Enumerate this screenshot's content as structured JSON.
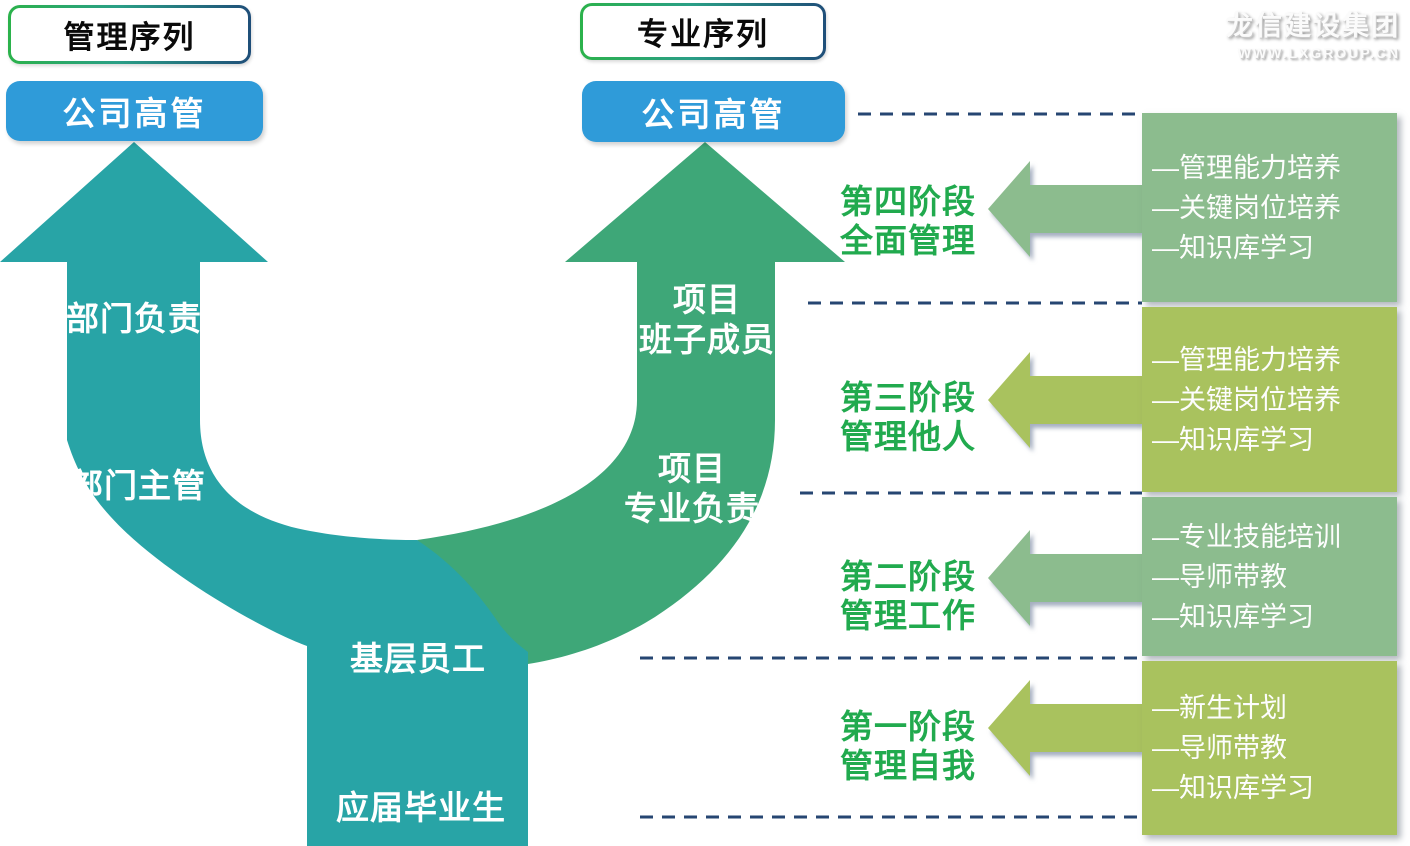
{
  "colors": {
    "teal": "#28A4A6",
    "green": "#3EA778",
    "blue": "#2F9BD9",
    "sage": "#8CBC8E",
    "olive": "#A9C25E",
    "stage_title_green": "#21AA4E",
    "dashed_navy": "#264672"
  },
  "sequence_headers": {
    "management": "管理序列",
    "professional": "专业序列"
  },
  "logo": {
    "company": "龙信建设集团",
    "website": "WWW.LXGROUP.CN"
  },
  "management_arrow": {
    "top_box": "公司高管",
    "upper_label": "部门负责",
    "lower_label": "部门主管"
  },
  "professional_arrow": {
    "top_box": "公司高管",
    "upper_label_line1": "项目",
    "upper_label_line2": "班子成员",
    "lower_label_line1": "项目",
    "lower_label_line2": "专业负责"
  },
  "base_trunk": {
    "upper_label": "基层员工",
    "lower_label": "应届毕业生"
  },
  "stages": [
    {
      "title_line1": "第四阶段",
      "title_line2": "全面管理",
      "items": [
        "—管理能力培养",
        "—关键岗位培养",
        "—知识库学习"
      ]
    },
    {
      "title_line1": "第三阶段",
      "title_line2": "管理他人",
      "items": [
        "—管理能力培养",
        "—关键岗位培养",
        "—知识库学习"
      ]
    },
    {
      "title_line1": "第二阶段",
      "title_line2": "管理工作",
      "items": [
        "—专业技能培训",
        "—导师带教",
        "—知识库学习"
      ]
    },
    {
      "title_line1": "第一阶段",
      "title_line2": "管理自我",
      "items": [
        "—新生计划",
        "—导师带教",
        "—知识库学习"
      ]
    }
  ]
}
